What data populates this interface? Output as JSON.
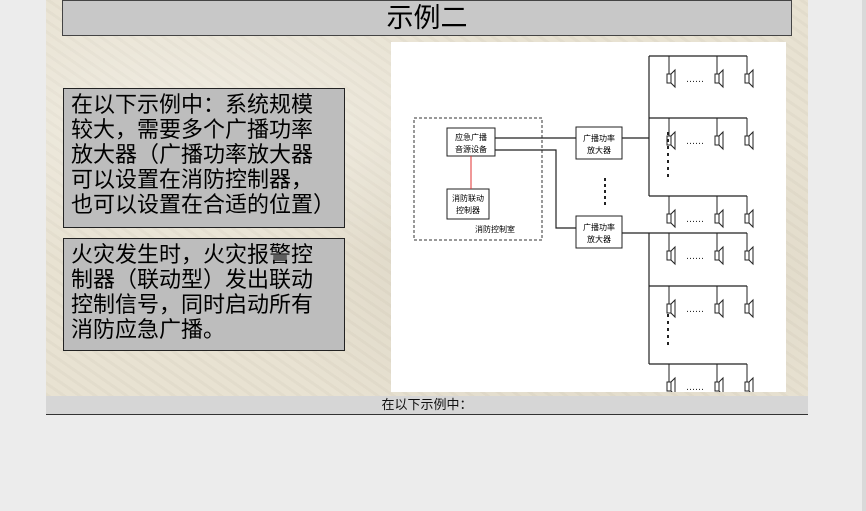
{
  "slide": {
    "title": "示例二",
    "text_box_1": "在以下示例中：系统规模\n较大，需要多个广播功率\n放大器（广播功率放大器\n可以设置在消防控制器，\n也可以设置在合适的位置）",
    "text_box_2": "火灾发生时，火灾报警控\n制器（联动型）发出联动\n控制信号，同时启动所有\n消防应急广播。"
  },
  "diagram": {
    "source_line1": "应急广播",
    "source_line2": "音源设备",
    "linkage_line1": "消防联动",
    "linkage_line2": "控制器",
    "room_label": "消防控制室",
    "amp1_line1": "广播功率",
    "amp1_line2": "放大器",
    "amp2_line1": "广播功率",
    "amp2_line2": "放大器",
    "speaker_ellipsis": "……"
  },
  "caption": "在以下示例中："
}
